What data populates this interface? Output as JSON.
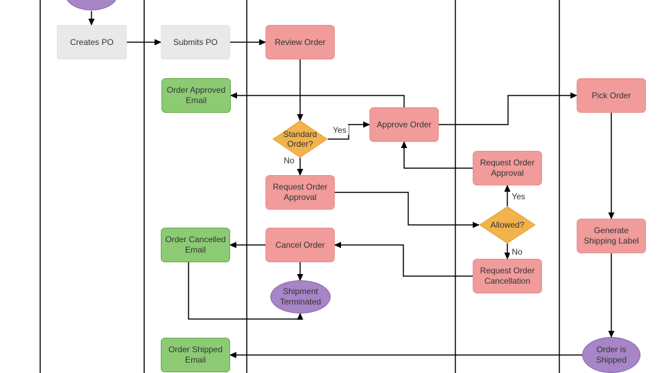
{
  "diagram": {
    "type": "swimlane-flowchart",
    "colors": {
      "task_fill": "#F19B9B",
      "task_border": "#E68F8E",
      "email_fill": "#8CCB74",
      "email_border": "#62A84A",
      "decision_fill": "#F2B24C",
      "decision_border": "#E3A33C",
      "terminator_fill": "#A785C6",
      "terminator_border": "#8465A5",
      "manual_fill": "#E9E9E9",
      "line": "#000000"
    }
  },
  "nodes": {
    "start": {
      "label": "",
      "type": "terminator"
    },
    "creates_po": {
      "label": "Creates PO",
      "type": "manual"
    },
    "submits_po": {
      "label": "Submits PO",
      "type": "manual"
    },
    "review_order": {
      "label": "Review Order",
      "type": "task"
    },
    "order_approved_email": {
      "label": "Order Approved Email",
      "type": "email"
    },
    "standard_order": {
      "label": "Standard Order?",
      "type": "decision"
    },
    "approve_order": {
      "label": "Approve Order",
      "type": "task"
    },
    "pick_order": {
      "label": "Pick Order",
      "type": "task"
    },
    "request_order_approval_right": {
      "label": "Request Order Approval",
      "type": "task"
    },
    "allowed": {
      "label": "Allowed?",
      "type": "decision"
    },
    "request_order_approval": {
      "label": "Request Order Approval",
      "type": "task"
    },
    "cancel_order": {
      "label": "Cancel Order",
      "type": "task"
    },
    "order_cancelled_email": {
      "label": "Order Cancelled Email",
      "type": "email"
    },
    "shipment_terminated": {
      "label": "Shipment Terminated",
      "type": "terminator"
    },
    "request_order_cancellation": {
      "label": "Request Order Cancellation",
      "type": "task"
    },
    "generate_shipping_label": {
      "label": "Generate Shipping Label",
      "type": "task"
    },
    "order_is_shipped": {
      "label": "Order is Shipped",
      "type": "terminator"
    },
    "order_shipped_email": {
      "label": "Order Shipped Email",
      "type": "email"
    }
  },
  "edge_labels": {
    "standard_yes": "Yes",
    "standard_no": "No",
    "allowed_yes": "Yes",
    "allowed_no": "No"
  }
}
